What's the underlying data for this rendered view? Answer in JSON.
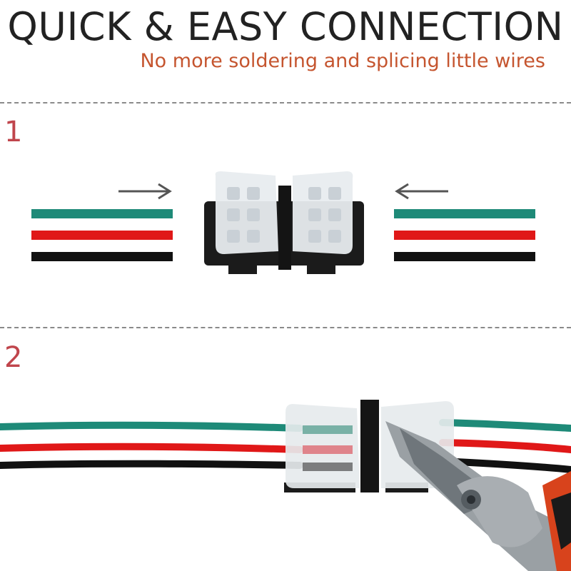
{
  "header": {
    "title": "QUICK & EASY CONNECTION",
    "subtitle": "No more soldering and splicing little wires"
  },
  "steps": [
    {
      "number": "1"
    },
    {
      "number": "2"
    }
  ],
  "colors": {
    "title": "#222222",
    "subtitle": "#c5552f",
    "step_number": "#c0454c",
    "wire_green": "#1e8a78",
    "wire_red": "#e01818",
    "wire_black": "#111111",
    "arrow": "#555555"
  }
}
